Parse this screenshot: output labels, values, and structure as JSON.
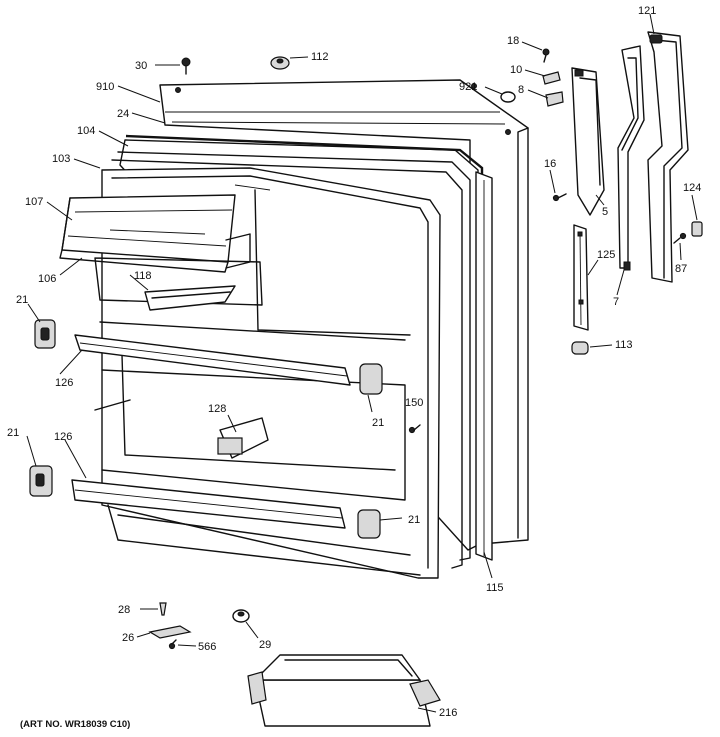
{
  "art_number": "(ART NO. WR18039 C10)",
  "callouts": [
    {
      "id": "30",
      "text": "30"
    },
    {
      "id": "112",
      "text": "112"
    },
    {
      "id": "910",
      "text": "910"
    },
    {
      "id": "24",
      "text": "24"
    },
    {
      "id": "104",
      "text": "104"
    },
    {
      "id": "103",
      "text": "103"
    },
    {
      "id": "107",
      "text": "107"
    },
    {
      "id": "106",
      "text": "106"
    },
    {
      "id": "118",
      "text": "118"
    },
    {
      "id": "21a",
      "text": "21"
    },
    {
      "id": "126a",
      "text": "126"
    },
    {
      "id": "21b",
      "text": "21"
    },
    {
      "id": "126b",
      "text": "126"
    },
    {
      "id": "128",
      "text": "128"
    },
    {
      "id": "21c",
      "text": "21"
    },
    {
      "id": "150",
      "text": "150"
    },
    {
      "id": "21d",
      "text": "21"
    },
    {
      "id": "115",
      "text": "115"
    },
    {
      "id": "18",
      "text": "18"
    },
    {
      "id": "10",
      "text": "10"
    },
    {
      "id": "921",
      "text": "921"
    },
    {
      "id": "8",
      "text": "8"
    },
    {
      "id": "16",
      "text": "16"
    },
    {
      "id": "5",
      "text": "5"
    },
    {
      "id": "121",
      "text": "121"
    },
    {
      "id": "124",
      "text": "124"
    },
    {
      "id": "87",
      "text": "87"
    },
    {
      "id": "125",
      "text": "125"
    },
    {
      "id": "7",
      "text": "7"
    },
    {
      "id": "113",
      "text": "113"
    },
    {
      "id": "28",
      "text": "28"
    },
    {
      "id": "26",
      "text": "26"
    },
    {
      "id": "566",
      "text": "566"
    },
    {
      "id": "29",
      "text": "29"
    },
    {
      "id": "216",
      "text": "216"
    }
  ]
}
